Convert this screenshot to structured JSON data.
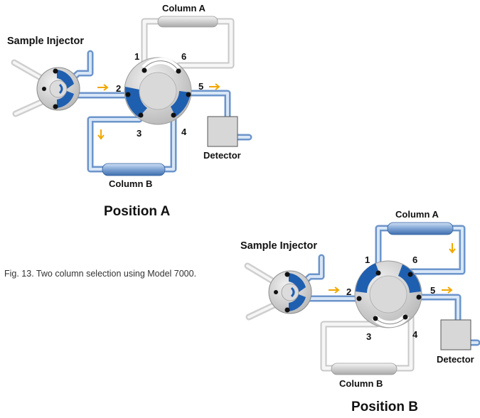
{
  "figure": {
    "caption": "Fig. 13. Two column selection using Model 7000."
  },
  "position_a": {
    "title": "Position A",
    "sample_injector_label": "Sample Injector",
    "column_a_label": "Column A",
    "column_b_label": "Column B",
    "detector_label": "Detector",
    "ports": [
      "1",
      "2",
      "3",
      "4",
      "5",
      "6"
    ],
    "active_column": "Column B"
  },
  "position_b": {
    "title": "Position B",
    "sample_injector_label": "Sample Injector",
    "column_a_label": "Column A",
    "column_b_label": "Column B",
    "detector_label": "Detector",
    "ports": [
      "1",
      "2",
      "3",
      "4",
      "5",
      "6"
    ],
    "active_column": "Column A"
  },
  "colors": {
    "active_tube": "#8fb3de",
    "active_tube_core": "#d8e6f6",
    "inactive_tube": "#e3e3e3",
    "flow_arrow": "#f0a800",
    "rotor_blue": "#1f5fb0"
  }
}
